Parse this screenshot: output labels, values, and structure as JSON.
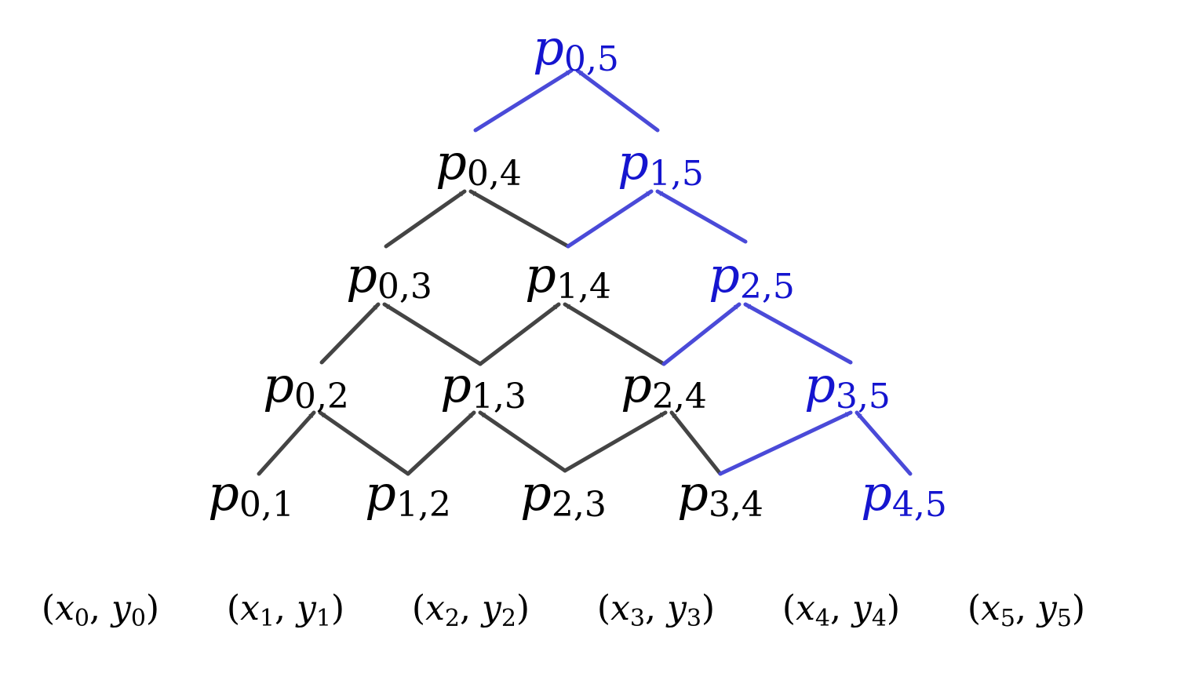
{
  "colors": {
    "black_text": "#000000",
    "black_arrow": "#444444",
    "blue": "#1515cf",
    "blue_arrow": "#4a4ad8"
  },
  "nodes": [
    {
      "id": "p01",
      "sym": "p",
      "sub": "0,1",
      "highlight": false
    },
    {
      "id": "p12",
      "sym": "p",
      "sub": "1,2",
      "highlight": false
    },
    {
      "id": "p23",
      "sym": "p",
      "sub": "2,3",
      "highlight": false
    },
    {
      "id": "p34",
      "sym": "p",
      "sub": "3,4",
      "highlight": false
    },
    {
      "id": "p45",
      "sym": "p",
      "sub": "4,5",
      "highlight": true
    },
    {
      "id": "p02",
      "sym": "p",
      "sub": "0,2",
      "highlight": false
    },
    {
      "id": "p13",
      "sym": "p",
      "sub": "1,3",
      "highlight": false
    },
    {
      "id": "p24",
      "sym": "p",
      "sub": "2,4",
      "highlight": false
    },
    {
      "id": "p35",
      "sym": "p",
      "sub": "3,5",
      "highlight": true
    },
    {
      "id": "p03",
      "sym": "p",
      "sub": "0,3",
      "highlight": false
    },
    {
      "id": "p14",
      "sym": "p",
      "sub": "1,4",
      "highlight": false
    },
    {
      "id": "p25",
      "sym": "p",
      "sub": "2,5",
      "highlight": true
    },
    {
      "id": "p04",
      "sym": "p",
      "sub": "0,4",
      "highlight": false
    },
    {
      "id": "p15",
      "sym": "p",
      "sub": "1,5",
      "highlight": true
    },
    {
      "id": "p05",
      "sym": "p",
      "sub": "0,5",
      "highlight": true
    }
  ],
  "edges": [
    {
      "from": "p01",
      "to": "p02",
      "highlight": false
    },
    {
      "from": "p12",
      "to": "p02",
      "highlight": false
    },
    {
      "from": "p12",
      "to": "p13",
      "highlight": false
    },
    {
      "from": "p23",
      "to": "p13",
      "highlight": false
    },
    {
      "from": "p23",
      "to": "p24",
      "highlight": false
    },
    {
      "from": "p34",
      "to": "p24",
      "highlight": false
    },
    {
      "from": "p34",
      "to": "p35",
      "highlight": true
    },
    {
      "from": "p45",
      "to": "p35",
      "highlight": true
    },
    {
      "from": "p02",
      "to": "p03",
      "highlight": false
    },
    {
      "from": "p13",
      "to": "p03",
      "highlight": false
    },
    {
      "from": "p13",
      "to": "p14",
      "highlight": false
    },
    {
      "from": "p24",
      "to": "p14",
      "highlight": false
    },
    {
      "from": "p24",
      "to": "p25",
      "highlight": true
    },
    {
      "from": "p35",
      "to": "p25",
      "highlight": true
    },
    {
      "from": "p03",
      "to": "p04",
      "highlight": false
    },
    {
      "from": "p14",
      "to": "p04",
      "highlight": false
    },
    {
      "from": "p14",
      "to": "p15",
      "highlight": true
    },
    {
      "from": "p25",
      "to": "p15",
      "highlight": true
    },
    {
      "from": "p04",
      "to": "p05",
      "highlight": true
    },
    {
      "from": "p15",
      "to": "p05",
      "highlight": true
    }
  ],
  "points": [
    {
      "x": "x",
      "xs": "0",
      "y": "y",
      "ys": "0"
    },
    {
      "x": "x",
      "xs": "1",
      "y": "y",
      "ys": "1"
    },
    {
      "x": "x",
      "xs": "2",
      "y": "y",
      "ys": "2"
    },
    {
      "x": "x",
      "xs": "3",
      "y": "y",
      "ys": "3"
    },
    {
      "x": "x",
      "xs": "4",
      "y": "y",
      "ys": "4"
    },
    {
      "x": "x",
      "xs": "5",
      "y": "y",
      "ys": "5"
    }
  ]
}
